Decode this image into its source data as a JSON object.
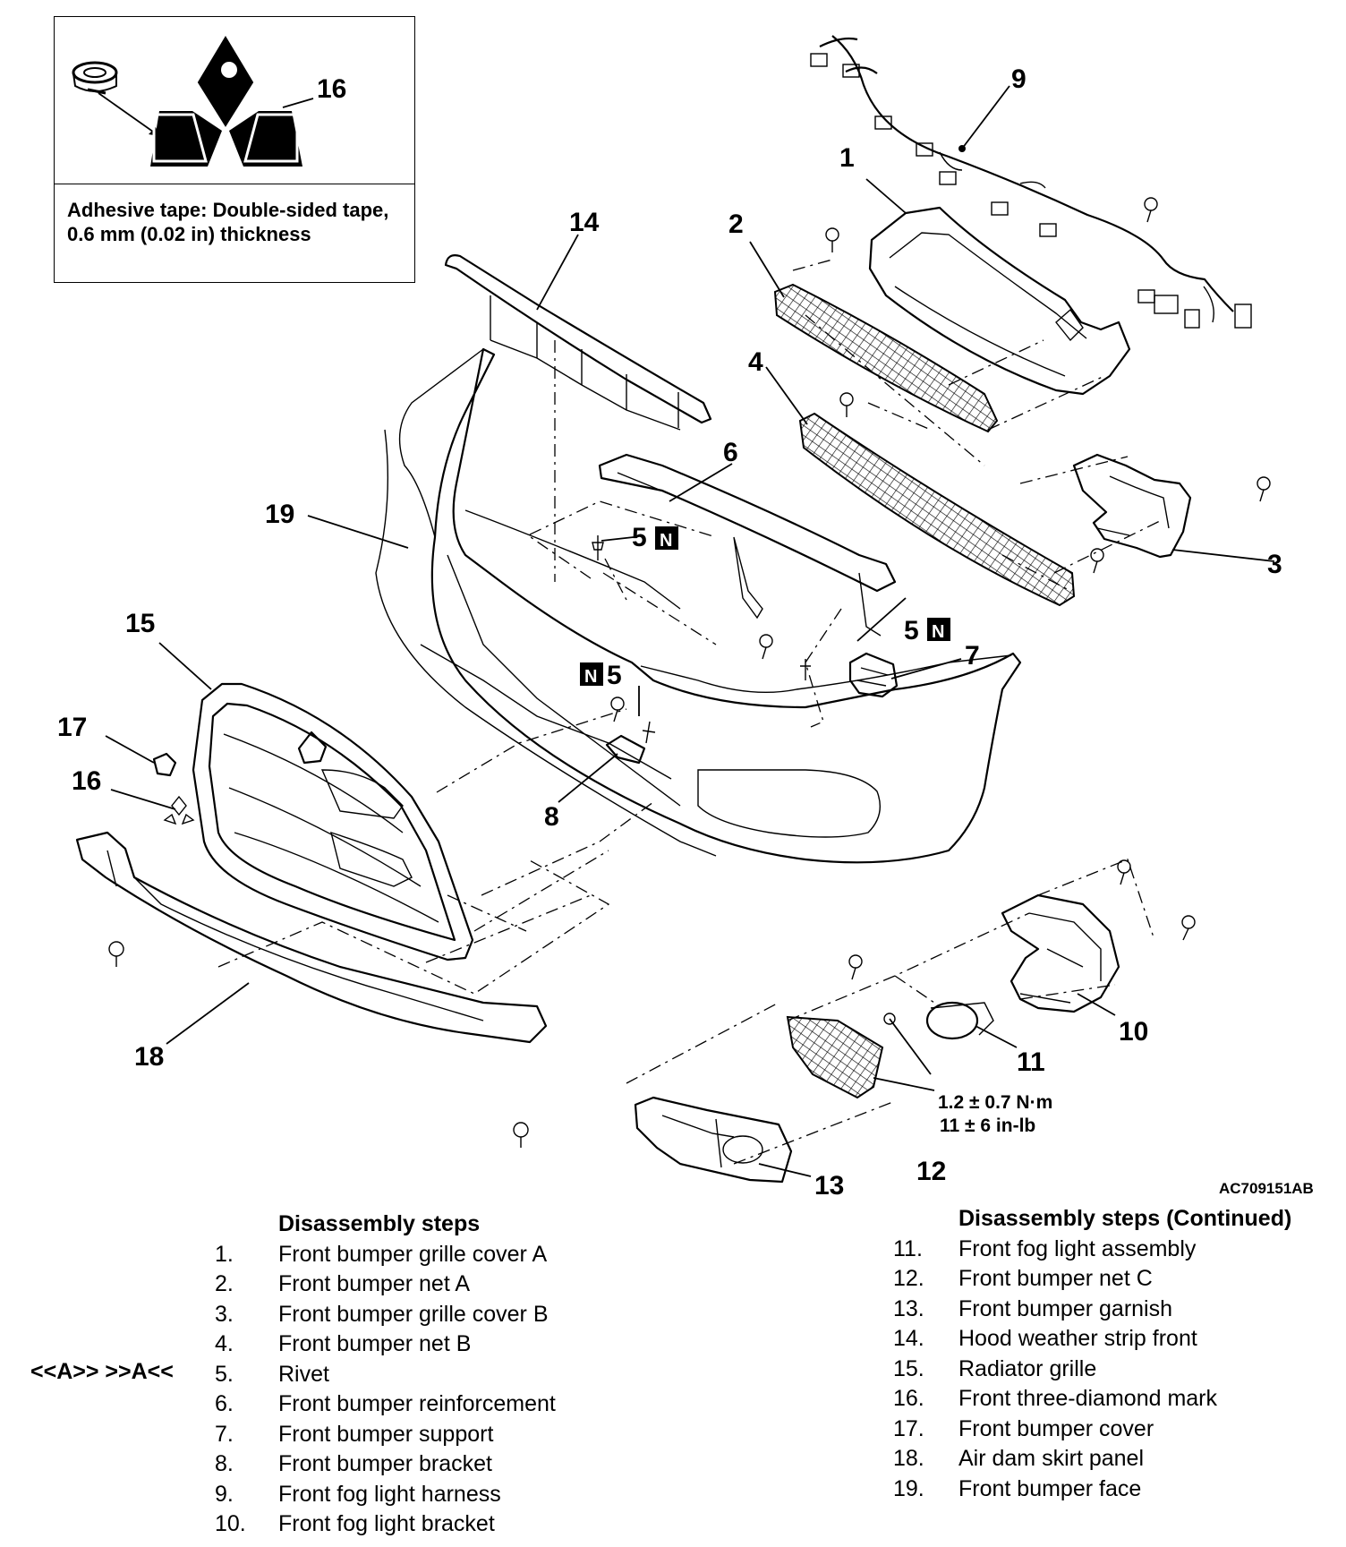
{
  "inset": {
    "callout": "16",
    "caption": "Adhesive tape: Double-sided tape, 0.6 mm (0.02 in) thickness"
  },
  "callouts": {
    "c1": "1",
    "c2": "2",
    "c3": "3",
    "c4": "4",
    "c5a": "5",
    "c5b": "5",
    "c5c": "5",
    "c6": "6",
    "c7": "7",
    "c8": "8",
    "c9": "9",
    "c10": "10",
    "c11": "11",
    "c12": "12",
    "c13": "13",
    "c14": "14",
    "c15": "15",
    "c16": "16",
    "c17": "17",
    "c18": "18",
    "c19": "19",
    "n_mark": "N"
  },
  "torque": {
    "line1": "1.2 ± 0.7 N·m",
    "line2": "11 ± 6 in-lb"
  },
  "figure_id": "AC709151AB",
  "steps_left": {
    "title": "Disassembly steps",
    "items": [
      {
        "num": "1.",
        "label": "Front bumper grille cover A"
      },
      {
        "num": "2.",
        "label": "Front bumper net A"
      },
      {
        "num": "3.",
        "label": "Front bumper grille cover B"
      },
      {
        "num": "4.",
        "label": "Front bumper net B"
      },
      {
        "num": "5.",
        "label": "Rivet"
      },
      {
        "num": "6.",
        "label": "Front bumper reinforcement"
      },
      {
        "num": "7.",
        "label": "Front bumper support"
      },
      {
        "num": "8.",
        "label": "Front bumper bracket"
      },
      {
        "num": "9.",
        "label": "Front fog light harness"
      },
      {
        "num": "10.",
        "label": "Front fog light bracket"
      }
    ]
  },
  "steps_right": {
    "title": "Disassembly steps (Continued)",
    "items": [
      {
        "num": "11.",
        "label": "Front fog light assembly"
      },
      {
        "num": "12.",
        "label": "Front bumper net C"
      },
      {
        "num": "13.",
        "label": "Front bumper garnish"
      },
      {
        "num": "14.",
        "label": "Hood weather strip front"
      },
      {
        "num": "15.",
        "label": "Radiator grille"
      },
      {
        "num": "16.",
        "label": "Front three-diamond mark"
      },
      {
        "num": "17.",
        "label": "Front bumper cover"
      },
      {
        "num": "18.",
        "label": "Air dam skirt panel"
      },
      {
        "num": "19.",
        "label": "Front bumper face"
      }
    ]
  },
  "rivet_note": "<<A>>   >>A<<"
}
